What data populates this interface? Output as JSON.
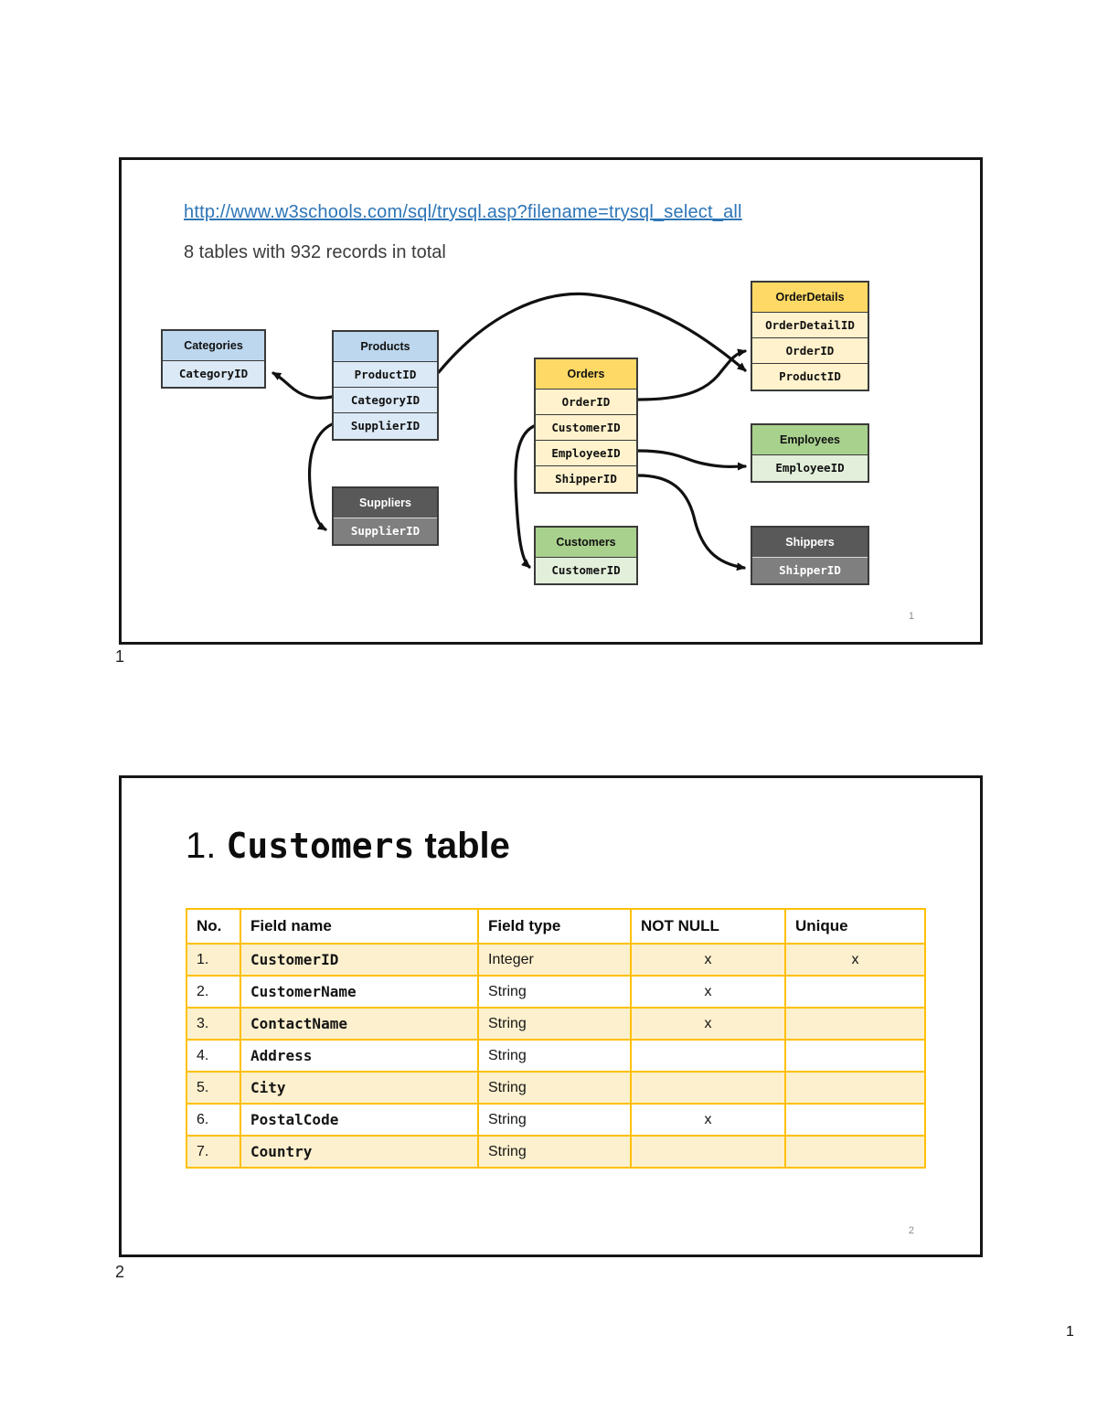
{
  "document": {
    "page_number": "1"
  },
  "slide1": {
    "page_number": "1",
    "below_label": "1",
    "link_text": "http://www.w3schools.com/sql/trysql.asp?filename=trysql_select_all",
    "subtitle": "8 tables with 932 records in total",
    "entities": [
      {
        "title": "Categories",
        "scheme": "blue",
        "fields": [
          "CategoryID"
        ]
      },
      {
        "title": "Products",
        "scheme": "blue",
        "fields": [
          "ProductID",
          "CategoryID",
          "SupplierID"
        ]
      },
      {
        "title": "Suppliers",
        "scheme": "dark",
        "fields": [
          "SupplierID"
        ]
      },
      {
        "title": "Orders",
        "scheme": "gold",
        "fields": [
          "OrderID",
          "CustomerID",
          "EmployeeID",
          "ShipperID"
        ]
      },
      {
        "title": "Customers",
        "scheme": "green",
        "fields": [
          "CustomerID"
        ]
      },
      {
        "title": "OrderDetails",
        "scheme": "gold",
        "fields": [
          "OrderDetailID",
          "OrderID",
          "ProductID"
        ]
      },
      {
        "title": "Employees",
        "scheme": "green",
        "fields": [
          "EmployeeID"
        ]
      },
      {
        "title": "Shippers",
        "scheme": "dark",
        "fields": [
          "ShipperID"
        ]
      }
    ],
    "relations": [
      "Products.CategoryID -> Categories.CategoryID",
      "Products.SupplierID -> Suppliers.SupplierID",
      "Products.ProductID -> OrderDetails.ProductID",
      "Orders.OrderID -> OrderDetails.OrderID",
      "Orders.CustomerID -> Customers.CustomerID",
      "Orders.EmployeeID -> Employees.EmployeeID",
      "Orders.ShipperID -> Shippers.ShipperID"
    ]
  },
  "slide2": {
    "page_number": "2",
    "below_label": "2",
    "title": {
      "num": "1.",
      "name": "Customers",
      "suffix": "table"
    },
    "table": {
      "headers": [
        "No.",
        "Field name",
        "Field type",
        "NOT NULL",
        "Unique"
      ],
      "rows": [
        {
          "no": "1.",
          "field_name": "CustomerID",
          "field_type": "Integer",
          "not_null": "x",
          "unique": "x"
        },
        {
          "no": "2.",
          "field_name": "CustomerName",
          "field_type": "String",
          "not_null": "x",
          "unique": ""
        },
        {
          "no": "3.",
          "field_name": "ContactName",
          "field_type": "String",
          "not_null": "x",
          "unique": ""
        },
        {
          "no": "4.",
          "field_name": "Address",
          "field_type": "String",
          "not_null": "",
          "unique": ""
        },
        {
          "no": "5.",
          "field_name": "City",
          "field_type": "String",
          "not_null": "",
          "unique": ""
        },
        {
          "no": "6.",
          "field_name": "PostalCode",
          "field_type": "String",
          "not_null": "x",
          "unique": ""
        },
        {
          "no": "7.",
          "field_name": "Country",
          "field_type": "String",
          "not_null": "",
          "unique": ""
        }
      ]
    }
  },
  "colors": {
    "link_blue": "#2e75b6",
    "slide_border": "#161616",
    "arrow": "#111111",
    "gold_table_border": "#ffc000",
    "row_cream": "#fdf0ce",
    "blue_header": "#bdd7ee",
    "blue_row": "#dbe9f6",
    "gold_header": "#ffd966",
    "gold_row": "#fff2cc",
    "green_header": "#a9d18e",
    "green_row": "#e2efda",
    "dark_header": "#595959",
    "dark_row": "#7f7f7f"
  }
}
